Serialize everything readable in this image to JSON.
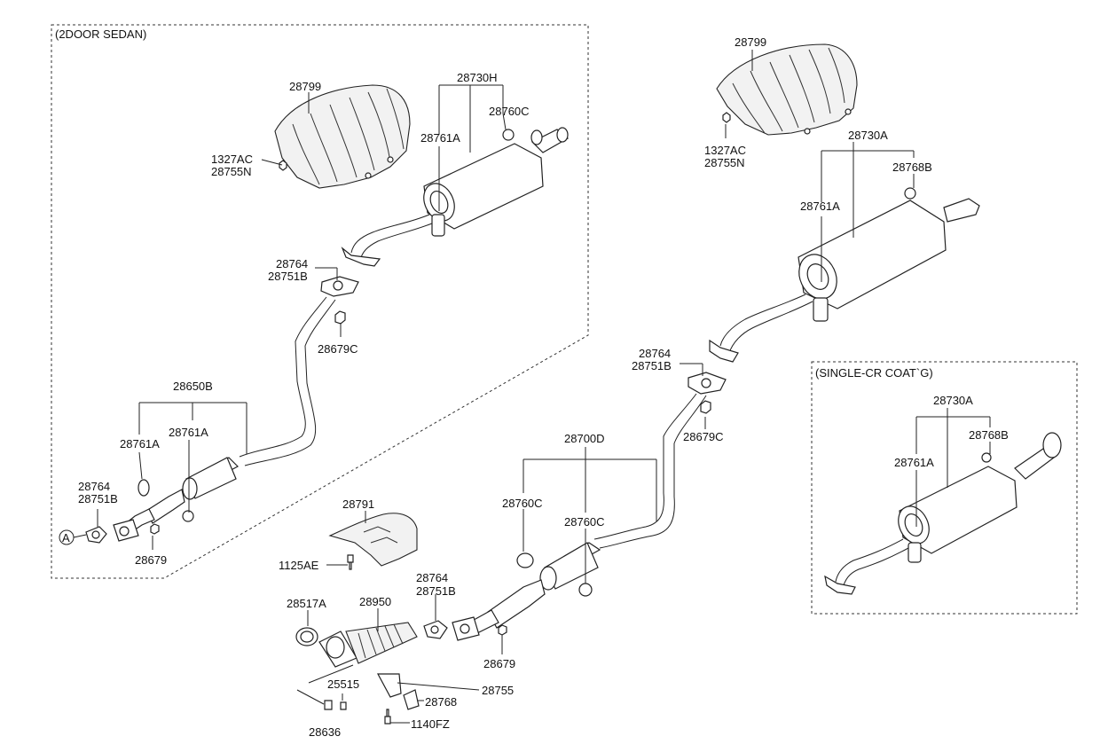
{
  "boxes": {
    "sedan": "(2DOOR SEDAN)",
    "single": "(SINGLE-CR COAT`G)"
  },
  "marker": "A",
  "labels": {
    "l28799a": "28799",
    "l28730h": "28730H",
    "l28760c_a": "28760C",
    "l28761a_a": "28761A",
    "l1327ac_a": "1327AC",
    "l28755n_a": "28755N",
    "l28764_a": "28764",
    "l28751b_a": "28751B",
    "l28679c_a": "28679C",
    "l28650b": "28650B",
    "l28761a_b": "28761A",
    "l28761a_c": "28761A",
    "l28764_b": "28764",
    "l28751b_b": "28751B",
    "l28679_a": "28679",
    "l28799b": "28799",
    "l1327ac_b": "1327AC",
    "l28755n_b": "28755N",
    "l28730a_a": "28730A",
    "l28768b_a": "28768B",
    "l28761a_d": "28761A",
    "l28764_c": "28764",
    "l28751b_c": "28751B",
    "l28679c_b": "28679C",
    "l28730a_b": "28730A",
    "l28768b_b": "28768B",
    "l28761a_e": "28761A",
    "l28700d": "28700D",
    "l28760c_b": "28760C",
    "l28760c_c": "28760C",
    "l28791": "28791",
    "l1125ae": "1125AE",
    "l28764_d": "28764",
    "l28751b_d": "28751B",
    "l28517a": "28517A",
    "l28950": "28950",
    "l28679_b": "28679",
    "l25515": "25515",
    "l28755": "28755",
    "l28768": "28768",
    "l28636": "28636",
    "l1140fz": "1140FZ"
  }
}
